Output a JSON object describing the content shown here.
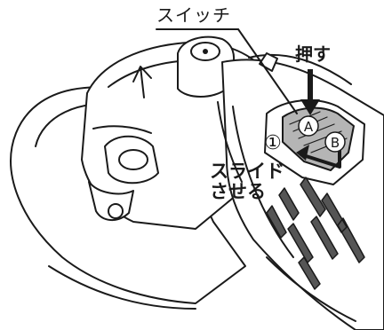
{
  "labels": {
    "switch": "スイッチ",
    "push": "押す",
    "slide_line1": "スライド",
    "slide_line2": "させる",
    "step": "①",
    "marker_a": "A",
    "marker_b": "B"
  },
  "colors": {
    "line": "#1a1a1a",
    "fill_light": "#ffffff",
    "fill_switch": "#b5b5b5",
    "fill_dark": "#555555"
  }
}
